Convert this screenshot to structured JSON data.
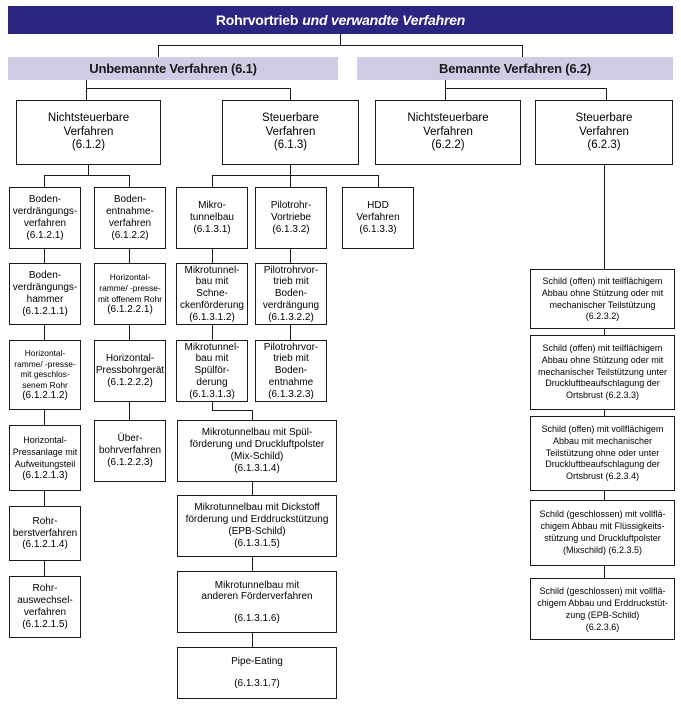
{
  "meta": {
    "title": "Rohrvortrieb und verwandte Verfahren",
    "colors": {
      "root_bar": "#2A2580",
      "sub_bar": "#CFCCE5",
      "box_border": "#1a1a1a",
      "background": "#ffffff"
    }
  },
  "root": {
    "label_main": "Rohrvortrieb",
    "label_italic": "und verwandte Verfahren"
  },
  "groups": [
    {
      "label": "Unbemannte Verfahren (6.1)"
    },
    {
      "label": "Bemannte Verfahren (6.2)"
    }
  ],
  "level2": [
    {
      "title": "Nichtsteuerbare\nVerfahren",
      "line1": "Nichtsteuerbare",
      "line2": "Verfahren",
      "num": "(6.1.2)"
    },
    {
      "title": "Steuerbare\nVerfahren",
      "line1": "Steuerbare",
      "line2": "Verfahren",
      "num": "(6.1.3)"
    },
    {
      "title": "Nichtsteuerbare\nVerfahren",
      "line1": "Nichtsteuerbare",
      "line2": "Verfahren",
      "num": "(6.2.2)"
    },
    {
      "title": "Steuerbare\nVerfahren",
      "line1": "Steuerbare",
      "line2": "Verfahren",
      "num": "(6.2.3)"
    }
  ],
  "level3": [
    {
      "title": "Boden-\nverdrängungs-\nverfahren",
      "num": "(6.1.2.1)"
    },
    {
      "title": "Boden-\nentnahme-\nverfahren",
      "num": "(6.1.2.2)"
    },
    {
      "title": "Mikro-\ntunnelbau",
      "num": "(6.1.3.1)"
    },
    {
      "title": "Pilotrohr-\nVortriebe",
      "num": "(6.1.3.2)"
    },
    {
      "title": "HDD\nVerfahren",
      "num": "(6.1.3.3)"
    }
  ],
  "col_bodenverdraengung": [
    {
      "title": "Boden-\nverdrängungs-\nhammer",
      "num": "(6.1.2.1.1)"
    },
    {
      "title": "Horizontal-\nramme/ -presse-\nmit geschlos-\nsenem Rohr",
      "num": "(6.1.2.1.2)"
    },
    {
      "title": "Horizontal-\nPressanlage mit\nAufweitungsteil",
      "num": "(6.1.2.1.3)"
    },
    {
      "title": "Rohr-\nberstverfahren",
      "num": "(6.1.2.1.4)"
    },
    {
      "title": "Rohr-\nauswechsel-\nverfahren",
      "num": "(6.1.2.1.5)"
    }
  ],
  "col_bodenentnahme": [
    {
      "title": "Horizontal-\nramme/ -presse-\nmit offenem Rohr",
      "num": "(6.1.2.2.1)"
    },
    {
      "title": "Horizontal-\nPressbohrgerät",
      "num": "(6.1.2.2.2)"
    },
    {
      "title": "Über-\nbohrverfahren",
      "num": "(6.1.2.2.3)"
    }
  ],
  "col_mikrotunnelbau": [
    {
      "title": "Mikrotunnel-\nbau mit Schne-\nckenförderung",
      "num": "(6.1.3.1.2)"
    },
    {
      "title": "Mikrotunnel-\nbau mit Spülför-\nderung",
      "num": "(6.1.3.1.3)"
    }
  ],
  "col_pilotrohr": [
    {
      "title": "Pilotrohrvor-\ntrieb mit Boden-\nverdrängung",
      "num": "(6.1.3.2.2)"
    },
    {
      "title": "Pilotrohrvor-\ntrieb mit Boden-\nentnahme",
      "num": "(6.1.3.2.3)"
    }
  ],
  "col_mikro_wide": [
    {
      "title": "Mikrotunnelbau mit Spül-\nförderung und Druckluftpolster\n(Mix-Schild)",
      "num": "(6.1.3.1.4)"
    },
    {
      "title": "Mikrotunnelbau mit Dickstoff\nförderung und Erddruckstützung\n(EPB-Schild)",
      "num": "(6.1.3.1.5)"
    },
    {
      "title": "Mikrotunnelbau mit\nanderen Förderverfahren",
      "num": "(6.1.3.1.6)"
    },
    {
      "title": "Pipe-Eating",
      "num": "(6.1.3.1.7)"
    }
  ],
  "col_schild": [
    {
      "title": "Schild (offen) mit teilflächigem\nAbbau ohne Stützung oder mit\nmechanischer Teilstützung",
      "num": "(6.2.3.2)"
    },
    {
      "title": "Schild (offen) mit teilflächigem\nAbbau ohne Stützung oder mit\nmechanischer Teilstützung unter\nDruckluftbeaufschlagung der\nOrtsbrust (6.2.3.3)",
      "num": ""
    },
    {
      "title": "Schild (offen) mit vollflächigem\nAbbau mit mechanischer\nTeilstützung ohne oder unter\nDruckluftbeaufschlagung der\nOrtsbrust (6.2.3.4)",
      "num": ""
    },
    {
      "title": "Schild (geschlossen) mit vollflä-\nchigem Abbau mit Flüssigkeits-\nstützung  und Druckluftpolster\n(Mixschild) (6.2.3.5)",
      "num": ""
    },
    {
      "title": "Schild (geschlossen) mit vollflä-\nchigem Abbau und Erddruckstüt-\nzung (EPB-Schild)",
      "num": "(6.2.3.6)"
    }
  ]
}
